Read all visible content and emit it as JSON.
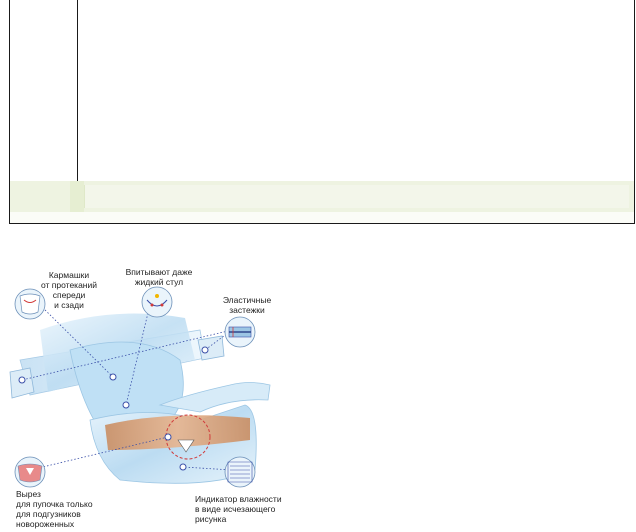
{
  "labels": {
    "pockets": "Кармашки\nот протеканий\nспереди\nи сзади",
    "absorb": "Впитывают даже\nжидкий стул",
    "fasteners": "Эластичные\nзастежки",
    "cutout": "Вырез\nдля пупочка только\nдля подгузников\nновороженных",
    "indicator": "Индикатор влажности\nв виде исчезающего\nрисунка"
  },
  "icons": {
    "pockets": "diaper-pocket-icon",
    "absorb": "absorb-icon",
    "fasteners": "fastener-icon",
    "cutout": "navel-cutout-icon",
    "indicator": "wetness-indicator-icon"
  },
  "colors": {
    "diaper": "#cfe6f6",
    "diaper_dark": "#9fc7e6",
    "band": "#d8a37a",
    "callout": "#3a4fa8",
    "callout_ring": "#d13a3a"
  }
}
